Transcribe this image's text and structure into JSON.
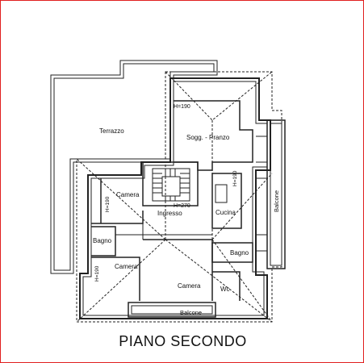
{
  "title": "PIANO SECONDO",
  "rooms": {
    "terrazzo": "Terrazzo",
    "soggiorno": "Sogg. - Pranzo",
    "camera_nw": "Camera",
    "ingresso": "Ingresso",
    "cucina": "Cucina",
    "balcone_east": "Balcone",
    "bagno_west": "Bagno",
    "bagno_east": "Bagno",
    "camera_sw": "Camera",
    "camera_s": "Camera",
    "wc": "Wc",
    "balcone_south": "Balcone"
  },
  "heights": {
    "soggiorno": "H=190",
    "camera_nw": "H=190",
    "ingresso": "H=270",
    "cucina": "H=190",
    "camera_sw": "H=190"
  },
  "colors": {
    "border": "#e02020",
    "line": "#222222"
  }
}
